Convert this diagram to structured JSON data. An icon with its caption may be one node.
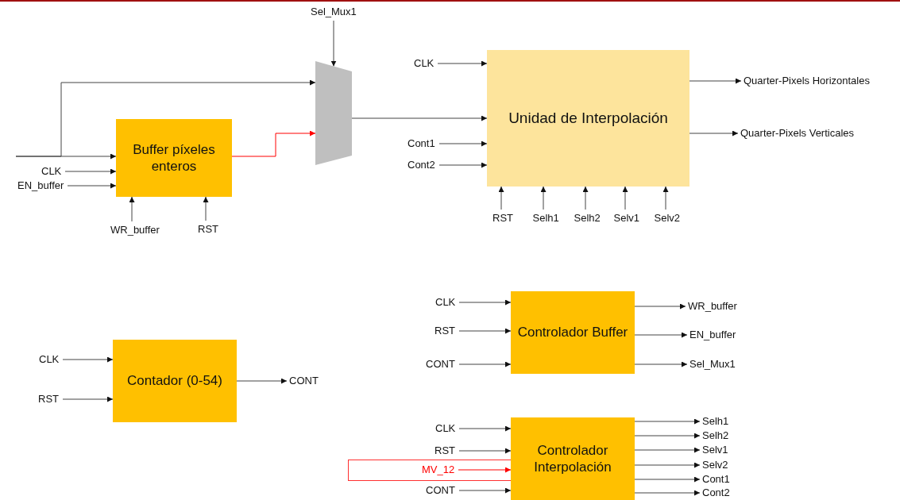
{
  "diagram": {
    "nodes": [
      {
        "text": [
          "Buffer píxeles enteros"
        ]
      },
      {
        "text": [],
        "shape": "trapezoid"
      },
      {
        "text": [
          "Unidad de Interpolación"
        ]
      },
      {
        "text": [
          "Contador (0-54)"
        ]
      },
      {
        "text": [
          "Controlador Buffer"
        ]
      },
      {
        "text": [
          "Controlador Interpolación"
        ]
      },
      {
        "text": [
          "Sel_Mux1"
        ]
      },
      {
        "text": [
          "CLK"
        ]
      },
      {
        "text": [
          "EN_buffer"
        ]
      },
      {
        "text": [
          "WR_buffer"
        ]
      },
      {
        "text": [
          "RST"
        ]
      },
      {
        "text": [
          "CLK"
        ]
      },
      {
        "text": [
          "Cont1"
        ]
      },
      {
        "text": [
          "Cont2"
        ]
      },
      {
        "text": [
          "RST"
        ]
      },
      {
        "text": [
          "Selh1"
        ]
      },
      {
        "text": [
          "Selh2"
        ]
      },
      {
        "text": [
          "Selv1"
        ]
      },
      {
        "text": [
          "Selv2"
        ]
      },
      {
        "text": [
          "Quarter-Pixels Horizontales"
        ]
      },
      {
        "text": [
          "Quarter-Pixels Verticales"
        ]
      },
      {
        "text": [
          "CLK"
        ]
      },
      {
        "text": [
          "RST"
        ]
      },
      {
        "text": [
          "CONT"
        ]
      },
      {
        "text": [
          "CLK"
        ]
      },
      {
        "text": [
          "RST"
        ]
      },
      {
        "text": [
          "CONT"
        ]
      },
      {
        "text": [
          "WR_buffer"
        ]
      },
      {
        "text": [
          "EN_buffer"
        ]
      },
      {
        "text": [
          "Sel_Mux1"
        ]
      },
      {
        "text": [
          "CLK"
        ]
      },
      {
        "text": [
          "RST"
        ]
      },
      {
        "text": [
          "MV_12"
        ]
      },
      {
        "text": [
          "CONT"
        ]
      },
      {
        "text": [
          "Selh1"
        ]
      },
      {
        "text": [
          "Selh2"
        ]
      },
      {
        "text": [
          "Selv1"
        ]
      },
      {
        "text": [
          "Selv2"
        ]
      },
      {
        "text": [
          "Cont1"
        ]
      },
      {
        "text": [
          "Cont2"
        ]
      }
    ],
    "edges": [
      {
        "from": null,
        "to": 0,
        "arrow": "to"
      },
      {
        "from": null,
        "to": 1,
        "arrow": "to"
      },
      {
        "from": 0,
        "to": 1,
        "arrow": "to",
        "color": "#ff0000"
      },
      {
        "from": 6,
        "to": 1,
        "arrow": "to"
      },
      {
        "from": 7,
        "to": 0,
        "arrow": "to"
      },
      {
        "from": 8,
        "to": 0,
        "arrow": "to"
      },
      {
        "from": 9,
        "to": 0,
        "arrow": "to"
      },
      {
        "from": 10,
        "to": 0,
        "arrow": "to"
      },
      {
        "from": 1,
        "to": 2,
        "arrow": "to"
      },
      {
        "from": 11,
        "to": 2,
        "arrow": "to"
      },
      {
        "from": 12,
        "to": 2,
        "arrow": "to"
      },
      {
        "from": 13,
        "to": 2,
        "arrow": "to"
      },
      {
        "from": 14,
        "to": 2,
        "arrow": "to"
      },
      {
        "from": 15,
        "to": 2,
        "arrow": "to"
      },
      {
        "from": 16,
        "to": 2,
        "arrow": "to"
      },
      {
        "from": 17,
        "to": 2,
        "arrow": "to"
      },
      {
        "from": 18,
        "to": 2,
        "arrow": "to"
      },
      {
        "from": 2,
        "to": 19,
        "arrow": "to"
      },
      {
        "from": 2,
        "to": 20,
        "arrow": "to"
      },
      {
        "from": 21,
        "to": 3,
        "arrow": "to"
      },
      {
        "from": 22,
        "to": 3,
        "arrow": "to"
      },
      {
        "from": 3,
        "to": 23,
        "arrow": "to"
      },
      {
        "from": 24,
        "to": 4,
        "arrow": "to"
      },
      {
        "from": 25,
        "to": 4,
        "arrow": "to"
      },
      {
        "from": 26,
        "to": 4,
        "arrow": "to"
      },
      {
        "from": 4,
        "to": 27,
        "arrow": "to"
      },
      {
        "from": 4,
        "to": 28,
        "arrow": "to"
      },
      {
        "from": 4,
        "to": 29,
        "arrow": "to"
      },
      {
        "from": 30,
        "to": 5,
        "arrow": "to"
      },
      {
        "from": 31,
        "to": 5,
        "arrow": "to"
      },
      {
        "from": 32,
        "to": 5,
        "arrow": "to",
        "color": "#ff0000"
      },
      {
        "from": 33,
        "to": 5,
        "arrow": "to"
      },
      {
        "from": 5,
        "to": 34,
        "arrow": "to"
      },
      {
        "from": 5,
        "to": 35,
        "arrow": "to"
      },
      {
        "from": 5,
        "to": 36,
        "arrow": "to"
      },
      {
        "from": 5,
        "to": 37,
        "arrow": "to"
      },
      {
        "from": 5,
        "to": 38,
        "arrow": "to"
      },
      {
        "from": 5,
        "to": 39,
        "arrow": "to"
      }
    ]
  }
}
